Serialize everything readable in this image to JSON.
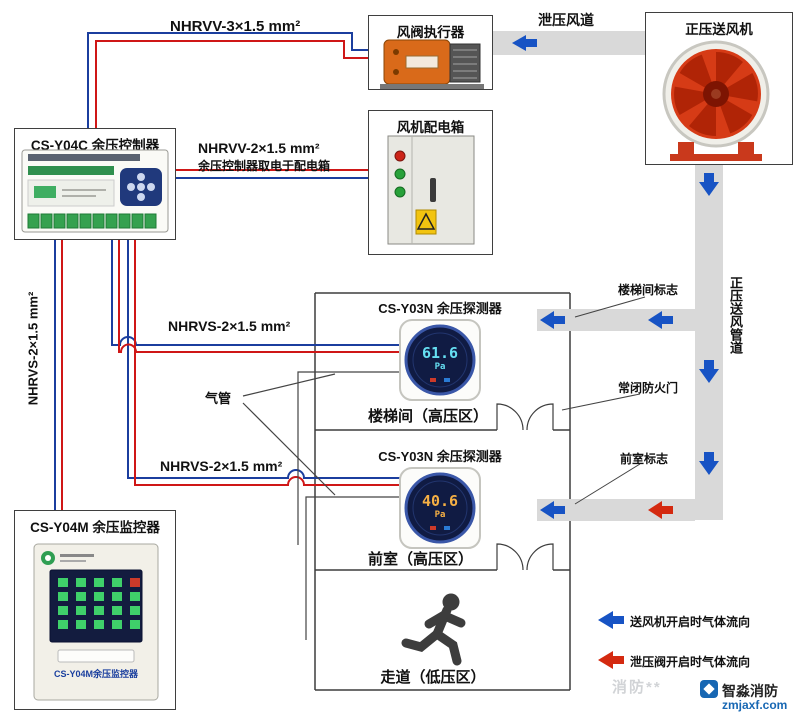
{
  "boxes": {
    "damper": {
      "label": "风阀执行器"
    },
    "fan": {
      "label": "正压送风机"
    },
    "controller": {
      "label": "CS-Y04C 余压控制器"
    },
    "power": {
      "label": "风机配电箱"
    },
    "monitor": {
      "label": "CS-Y04M 余压监控器",
      "device_text": "CS-Y04M余压监控器"
    }
  },
  "cables": {
    "nhrvv3": "NHRVV-3×1.5 mm²",
    "nhrvv2": "NHRVV-2×1.5 mm²",
    "nhrvv2_note": "余压控制器取电于配电箱",
    "nhrvs_left": "NHRVS-2×1.5 mm²",
    "nhrvs1": "NHRVS-2×1.5 mm²",
    "nhrvs2": "NHRVS-2×1.5 mm²"
  },
  "ducts": {
    "relief": "泄压风道",
    "supply_vertical": "正压送风管道"
  },
  "detectors": {
    "d1": {
      "label": "CS-Y03N 余压探测器",
      "value": "61.6",
      "unit": "Pa"
    },
    "d2": {
      "label": "CS-Y03N 余压探测器",
      "value": "40.6",
      "unit": "Pa"
    }
  },
  "zones": {
    "stairwell": "楼梯间（高压区）",
    "front_room": "前室（高压区）",
    "corridor": "走道（低压区）"
  },
  "annotations": {
    "stair_sign": "楼梯间标志",
    "fire_door": "常闭防火门",
    "front_sign": "前室标志",
    "air_tube": "气管"
  },
  "legend": {
    "blue": "送风机开启时气体流向",
    "red": "泄压阀开启时气体流向"
  },
  "watermark": {
    "name": "智淼消防",
    "site": "zmjaxf.com",
    "faint": "消防**"
  },
  "colors": {
    "wire_red": "#cf1717",
    "wire_blue": "#1b3e9e",
    "duct": "#d9d9d9",
    "arrow_blue": "#1753c4",
    "arrow_red": "#d42a10"
  }
}
